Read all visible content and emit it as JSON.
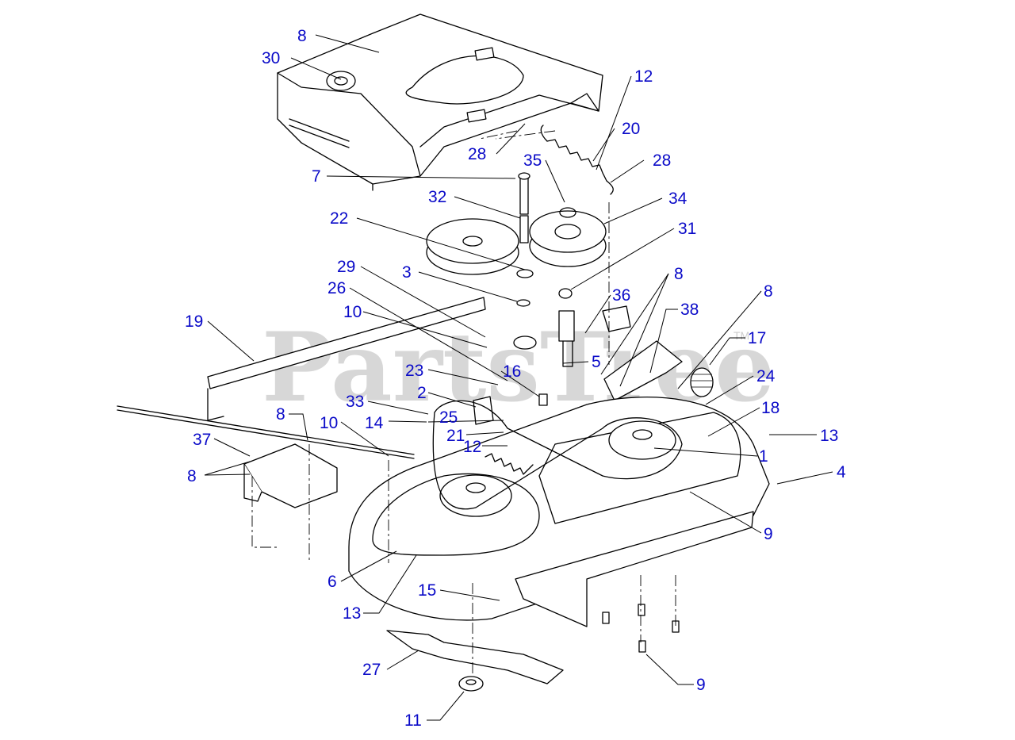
{
  "watermark": {
    "text": "PartsTree",
    "trademark": "TM"
  },
  "callouts": [
    {
      "id": "c8a",
      "label": "8"
    },
    {
      "id": "c30",
      "label": "30"
    },
    {
      "id": "c12a",
      "label": "12"
    },
    {
      "id": "c20",
      "label": "20"
    },
    {
      "id": "c28a",
      "label": "28"
    },
    {
      "id": "c28b",
      "label": "28"
    },
    {
      "id": "c35",
      "label": "35"
    },
    {
      "id": "c7",
      "label": "7"
    },
    {
      "id": "c32",
      "label": "32"
    },
    {
      "id": "c34",
      "label": "34"
    },
    {
      "id": "c22",
      "label": "22"
    },
    {
      "id": "c31",
      "label": "31"
    },
    {
      "id": "c29",
      "label": "29"
    },
    {
      "id": "c3",
      "label": "3"
    },
    {
      "id": "c8b",
      "label": "8"
    },
    {
      "id": "c26",
      "label": "26"
    },
    {
      "id": "c36",
      "label": "36"
    },
    {
      "id": "c8c",
      "label": "8"
    },
    {
      "id": "c38",
      "label": "38"
    },
    {
      "id": "c10a",
      "label": "10"
    },
    {
      "id": "c19",
      "label": "19"
    },
    {
      "id": "c17",
      "label": "17"
    },
    {
      "id": "c5",
      "label": "5"
    },
    {
      "id": "c23",
      "label": "23"
    },
    {
      "id": "c16",
      "label": "16"
    },
    {
      "id": "c24",
      "label": "24"
    },
    {
      "id": "c2",
      "label": "2"
    },
    {
      "id": "c33",
      "label": "33"
    },
    {
      "id": "c18",
      "label": "18"
    },
    {
      "id": "c8d",
      "label": "8"
    },
    {
      "id": "c25",
      "label": "25"
    },
    {
      "id": "c10b",
      "label": "10"
    },
    {
      "id": "c14",
      "label": "14"
    },
    {
      "id": "c21",
      "label": "21"
    },
    {
      "id": "c13a",
      "label": "13"
    },
    {
      "id": "c37",
      "label": "37"
    },
    {
      "id": "c12b",
      "label": "12"
    },
    {
      "id": "c1",
      "label": "1"
    },
    {
      "id": "c4",
      "label": "4"
    },
    {
      "id": "c8e",
      "label": "8"
    },
    {
      "id": "c9a",
      "label": "9"
    },
    {
      "id": "c6",
      "label": "6"
    },
    {
      "id": "c15",
      "label": "15"
    },
    {
      "id": "c13b",
      "label": "13"
    },
    {
      "id": "c27",
      "label": "27"
    },
    {
      "id": "c9b",
      "label": "9"
    },
    {
      "id": "c11",
      "label": "11"
    }
  ]
}
